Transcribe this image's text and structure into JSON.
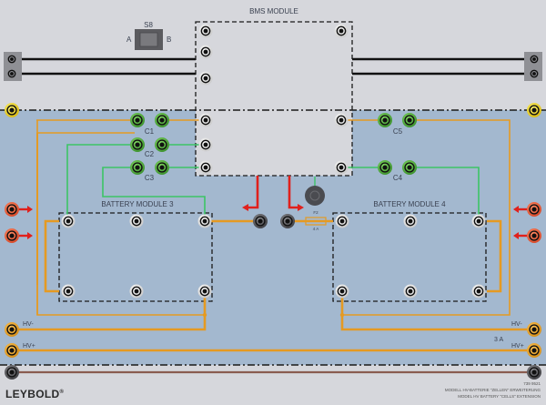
{
  "panel": {
    "model_number": "739 9521",
    "model_de": "MODELL HV-BATTERIE \"ZELLEN\" ERWEITERUNG",
    "model_en": "MODEL HV BATTERY \"CELLS\" EXTENSION",
    "brand": "LEYBOLD",
    "brand_mark": "®"
  },
  "bms": {
    "title": "BMS MODULE"
  },
  "switch": {
    "name": "S8",
    "pos_a": "A",
    "pos_b": "B"
  },
  "capacitors": [
    "C1",
    "C2",
    "C3",
    "C4",
    "C5"
  ],
  "battery_modules": [
    {
      "label": "BATTERY MODULE 3"
    },
    {
      "label": "BATTERY MODULE 4"
    }
  ],
  "fuse": {
    "name": "F2",
    "rating": "4 A"
  },
  "terminals": {
    "hv_minus_left": "HV-",
    "hv_plus_left": "HV+",
    "hv_minus_right": "HV-",
    "hv_plus_right": "HV+",
    "current_rating": "3 A"
  },
  "colors": {
    "panel_gray": "#d6d7dc",
    "panel_blue": "#a3b8cf",
    "wire_orange": "#e59a22",
    "wire_green": "#3cc466",
    "wire_black": "#111111",
    "wire_brown": "#8a5c50",
    "arrow_red": "#e0201c",
    "socket_yellow": "#f1d51a",
    "socket_red": "#e65a3a",
    "socket_green": "#46a83a",
    "socket_orange": "#e8a524"
  }
}
